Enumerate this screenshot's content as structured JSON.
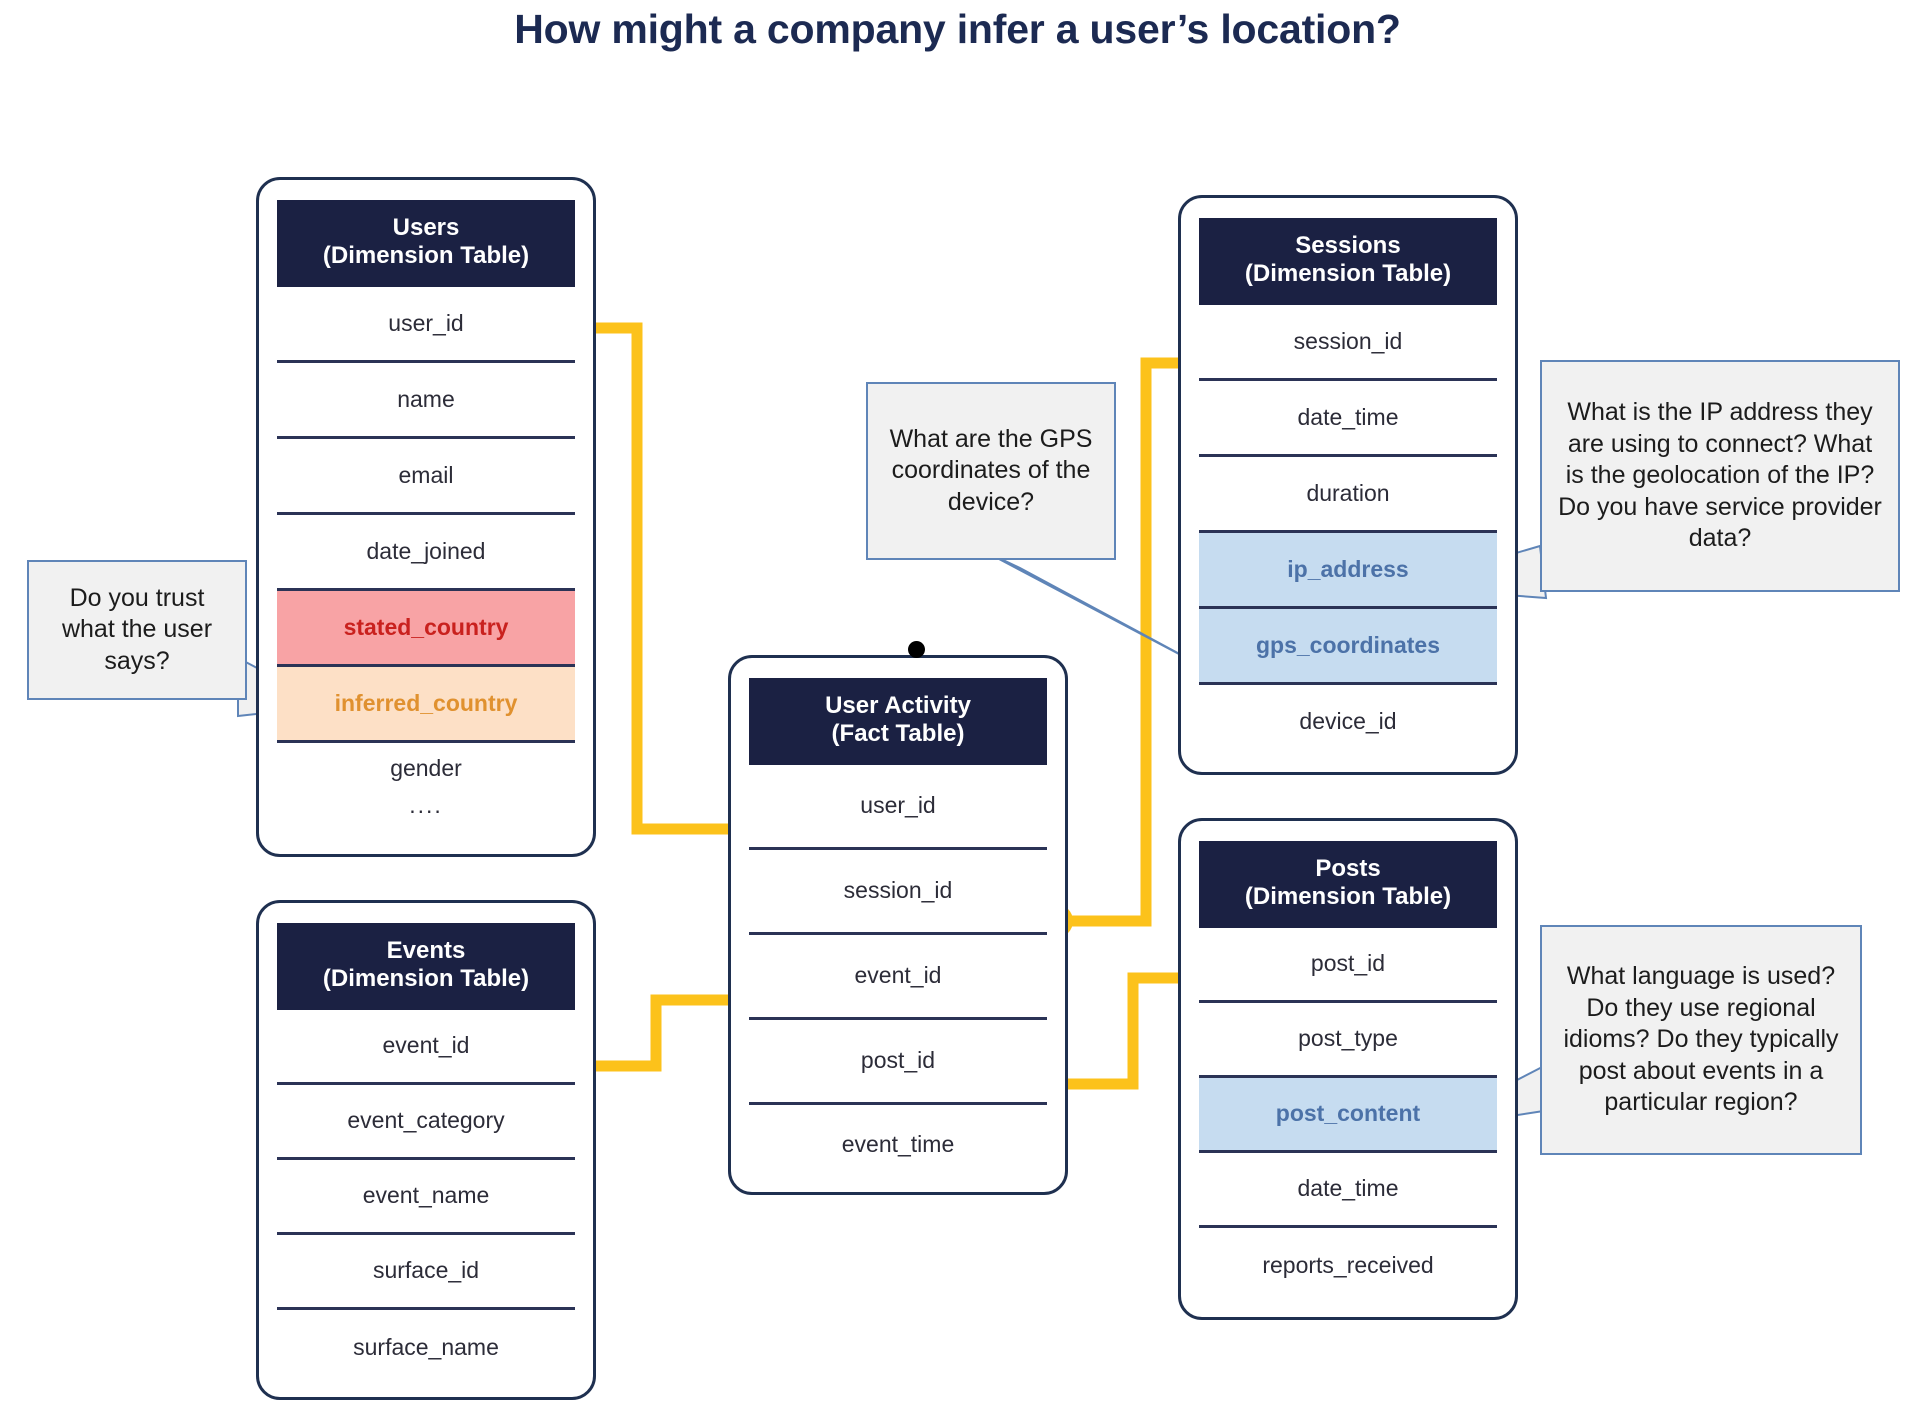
{
  "title": "How might a company infer a user’s location?",
  "colors": {
    "connector": "#FCC21B",
    "header_bg": "#1B2143",
    "card_border": "#1F3050",
    "highlight_red_bg": "#F8A3A5",
    "highlight_red_text": "#C9211E",
    "highlight_orange_bg": "#FDE0C6",
    "highlight_orange_text": "#E0912F",
    "highlight_blue_bg": "#C6DCF0",
    "highlight_blue_text": "#4C72A8",
    "callout_bg": "#F1F1F1",
    "callout_border": "#5F85B8",
    "title_text": "#1C2A52"
  },
  "tables": {
    "users": {
      "name": "Users",
      "subtitle": "(Dimension Table)",
      "fields": [
        {
          "label": "user_id",
          "style": "plain"
        },
        {
          "label": "name",
          "style": "plain"
        },
        {
          "label": "email",
          "style": "plain"
        },
        {
          "label": "date_joined",
          "style": "plain"
        },
        {
          "label": "stated_country",
          "style": "hl-red"
        },
        {
          "label": "inferred_country",
          "style": "hl-orange"
        },
        {
          "label": "gender",
          "style": "plain"
        }
      ],
      "ellipsis": "...."
    },
    "events": {
      "name": "Events",
      "subtitle": "(Dimension Table)",
      "fields": [
        {
          "label": "event_id",
          "style": "plain"
        },
        {
          "label": "event_category",
          "style": "plain"
        },
        {
          "label": "event_name",
          "style": "plain"
        },
        {
          "label": "surface_id",
          "style": "plain"
        },
        {
          "label": "surface_name",
          "style": "plain"
        }
      ]
    },
    "user_activity": {
      "name": "User Activity",
      "subtitle": "(Fact Table)",
      "fields": [
        {
          "label": "user_id",
          "style": "plain"
        },
        {
          "label": "session_id",
          "style": "plain"
        },
        {
          "label": "event_id",
          "style": "plain"
        },
        {
          "label": "post_id",
          "style": "plain"
        },
        {
          "label": "event_time",
          "style": "plain"
        }
      ]
    },
    "sessions": {
      "name": "Sessions",
      "subtitle": "(Dimension Table)",
      "fields": [
        {
          "label": "session_id",
          "style": "plain"
        },
        {
          "label": "date_time",
          "style": "plain"
        },
        {
          "label": "duration",
          "style": "plain"
        },
        {
          "label": "ip_address",
          "style": "hl-blue"
        },
        {
          "label": "gps_coordinates",
          "style": "hl-blue"
        },
        {
          "label": "device_id",
          "style": "plain"
        }
      ]
    },
    "posts": {
      "name": "Posts",
      "subtitle": "(Dimension Table)",
      "fields": [
        {
          "label": "post_id",
          "style": "plain"
        },
        {
          "label": "post_type",
          "style": "plain"
        },
        {
          "label": "post_content",
          "style": "hl-blue"
        },
        {
          "label": "date_time",
          "style": "plain"
        },
        {
          "label": "reports_received",
          "style": "plain"
        }
      ]
    }
  },
  "callouts": {
    "trust_user": "Do you trust what the user says?",
    "gps": "What are the GPS coordinates of the device?",
    "ip": "What is the IP address they are using to connect? What is the geolocation of the IP? Do you have service provider data?",
    "language": "What language is used? Do they use regional idioms? Do they typically post about events in a particular region?"
  }
}
